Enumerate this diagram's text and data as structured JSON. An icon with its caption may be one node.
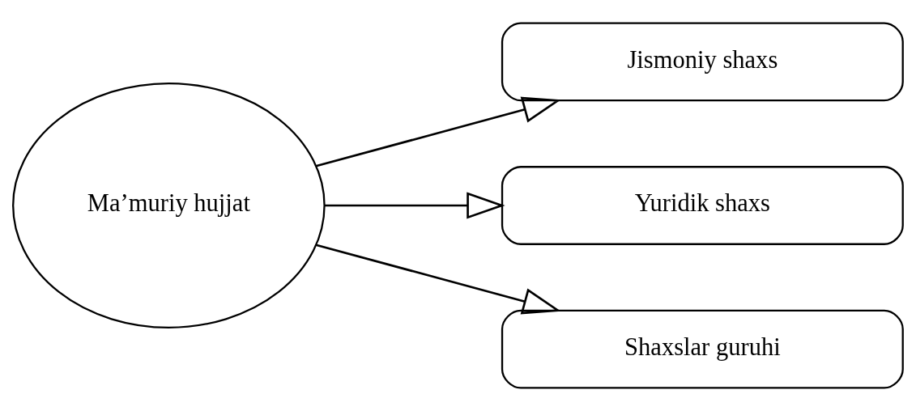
{
  "diagram": {
    "nodes": [
      {
        "text": [
          "Ma’muriy hujjat"
        ]
      },
      {
        "text": [
          "Jismoniy shaxs"
        ]
      },
      {
        "text": [
          "Yuridik shaxs"
        ]
      },
      {
        "text": [
          "Shaxslar guruhi"
        ]
      }
    ],
    "edges": [
      {
        "from": 0,
        "to": 1,
        "arrow": "to"
      },
      {
        "from": 0,
        "to": 2,
        "arrow": "to"
      },
      {
        "from": 0,
        "to": 3,
        "arrow": "to"
      }
    ]
  }
}
